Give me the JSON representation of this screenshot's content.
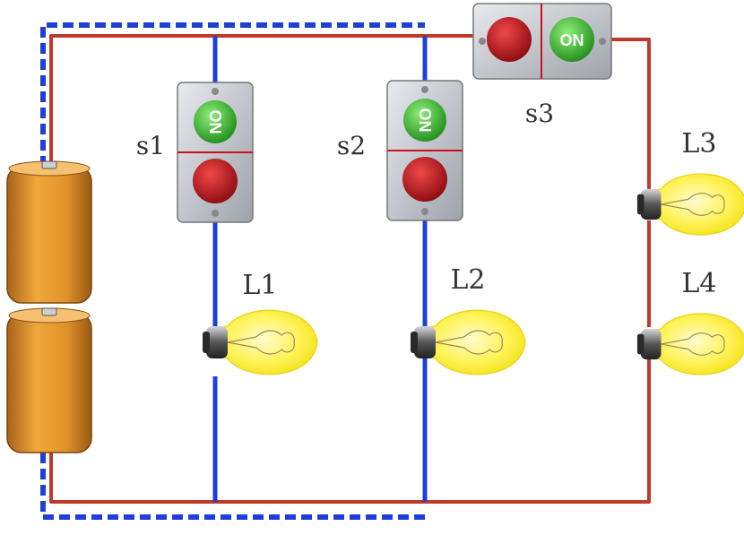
{
  "switches": [
    {
      "id": "s1",
      "label": "s1",
      "on_text": "ON"
    },
    {
      "id": "s2",
      "label": "s2",
      "on_text": "ON"
    },
    {
      "id": "s3",
      "label": "s3",
      "on_text": "ON"
    }
  ],
  "lamps": [
    {
      "id": "L1",
      "label": "L1"
    },
    {
      "id": "L2",
      "label": "L2"
    },
    {
      "id": "L3",
      "label": "L3"
    },
    {
      "id": "L4",
      "label": "L4"
    }
  ],
  "colors": {
    "wire_red": "#c0392b",
    "wire_blue": "#1f3fd8",
    "battery": "#e0962a",
    "bulb": "#fff04a",
    "on_button": "#3cb52f",
    "off_button": "#c8121b",
    "switch_plate": "#c9ccd2"
  }
}
